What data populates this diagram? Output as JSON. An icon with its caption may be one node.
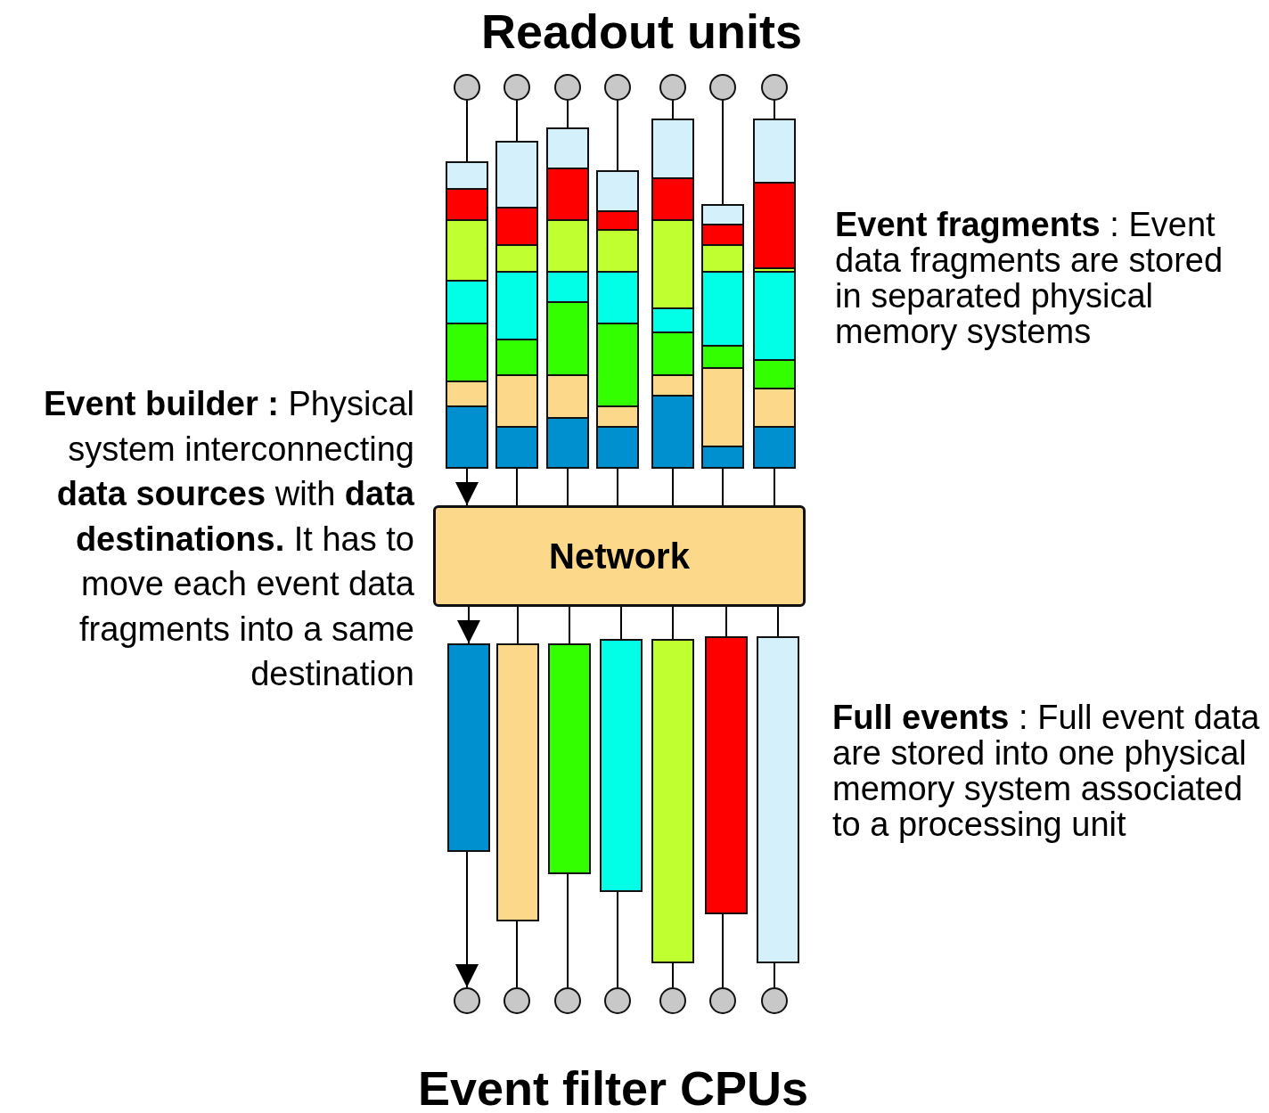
{
  "diagram": {
    "nodes": [
      {
        "text": [],
        "shape": "circle"
      },
      {
        "text": [],
        "shape": "circle"
      },
      {
        "text": [],
        "shape": "circle"
      },
      {
        "text": [],
        "shape": "circle"
      },
      {
        "text": [],
        "shape": "circle"
      },
      {
        "text": [],
        "shape": "circle"
      },
      {
        "text": [],
        "shape": "circle"
      },
      {
        "text": [],
        "shape": "bar"
      },
      {
        "text": [],
        "shape": "bar"
      },
      {
        "text": [],
        "shape": "bar"
      },
      {
        "text": [],
        "shape": "bar"
      },
      {
        "text": [],
        "shape": "bar"
      },
      {
        "text": [],
        "shape": "bar"
      },
      {
        "text": [],
        "shape": "bar"
      },
      {
        "text": [
          "Network"
        ]
      },
      {
        "text": [],
        "shape": "bar"
      },
      {
        "text": [],
        "shape": "bar"
      },
      {
        "text": [],
        "shape": "bar"
      },
      {
        "text": [],
        "shape": "bar"
      },
      {
        "text": [],
        "shape": "bar"
      },
      {
        "text": [],
        "shape": "bar"
      },
      {
        "text": [],
        "shape": "bar"
      },
      {
        "text": [],
        "shape": "circle"
      },
      {
        "text": [],
        "shape": "circle"
      },
      {
        "text": [],
        "shape": "circle"
      },
      {
        "text": [],
        "shape": "circle"
      },
      {
        "text": [],
        "shape": "circle"
      },
      {
        "text": [],
        "shape": "circle"
      },
      {
        "text": [],
        "shape": "circle"
      }
    ],
    "edges": [
      {
        "from": 0,
        "to": 7,
        "arrow": "none"
      },
      {
        "from": 1,
        "to": 8,
        "arrow": "none"
      },
      {
        "from": 2,
        "to": 9,
        "arrow": "none"
      },
      {
        "from": 3,
        "to": 10,
        "arrow": "none"
      },
      {
        "from": 4,
        "to": 11,
        "arrow": "none"
      },
      {
        "from": 5,
        "to": 12,
        "arrow": "none"
      },
      {
        "from": 6,
        "to": 13,
        "arrow": "none"
      },
      {
        "from": 7,
        "to": 14,
        "arrow": "to"
      },
      {
        "from": 8,
        "to": 14,
        "arrow": "none"
      },
      {
        "from": 9,
        "to": 14,
        "arrow": "none"
      },
      {
        "from": 10,
        "to": 14,
        "arrow": "none"
      },
      {
        "from": 11,
        "to": 14,
        "arrow": "none"
      },
      {
        "from": 12,
        "to": 14,
        "arrow": "none"
      },
      {
        "from": 13,
        "to": 14,
        "arrow": "none"
      },
      {
        "from": 14,
        "to": 15,
        "arrow": "to"
      },
      {
        "from": 14,
        "to": 16,
        "arrow": "none"
      },
      {
        "from": 14,
        "to": 17,
        "arrow": "none"
      },
      {
        "from": 14,
        "to": 18,
        "arrow": "none"
      },
      {
        "from": 14,
        "to": 19,
        "arrow": "none"
      },
      {
        "from": 14,
        "to": 20,
        "arrow": "none"
      },
      {
        "from": 14,
        "to": 21,
        "arrow": "none"
      },
      {
        "from": 15,
        "to": 22,
        "arrow": "to"
      },
      {
        "from": 16,
        "to": 23,
        "arrow": "none"
      },
      {
        "from": 17,
        "to": 24,
        "arrow": "none"
      },
      {
        "from": 18,
        "to": 25,
        "arrow": "none"
      },
      {
        "from": 19,
        "to": 26,
        "arrow": "none"
      },
      {
        "from": 20,
        "to": 27,
        "arrow": "none"
      },
      {
        "from": 21,
        "to": 28,
        "arrow": "none"
      }
    ],
    "labels": [
      "Readout units",
      "**Event fragments** : Event data fragments are stored in separated physical memory systems",
      "**Event builder :** Physical system interconnecting **data sources** with **data destinations.** It has to move each event data fragments into a same destination",
      "**Full events** : Full event data are stored into one physical memory system associated to a processing unit",
      "Event filter CPUs"
    ]
  }
}
